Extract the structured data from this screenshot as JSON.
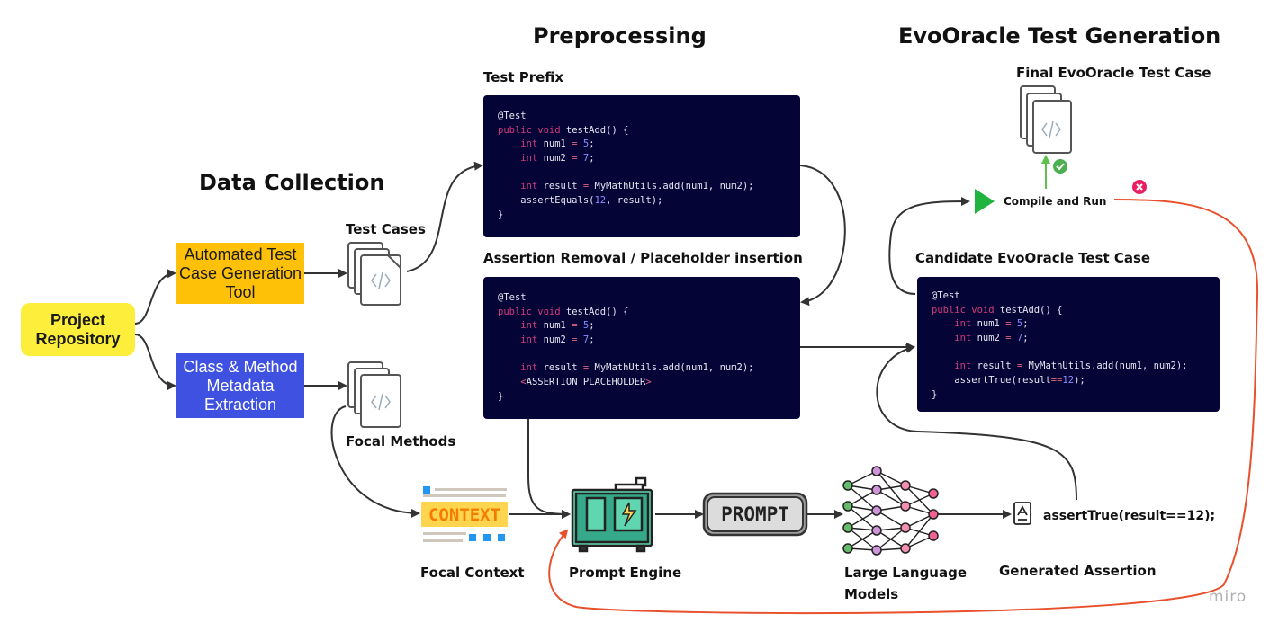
{
  "sections": {
    "data_collection": "Data Collection",
    "preprocessing": "Preprocessing",
    "generation": "EvoOracle Test Generation"
  },
  "nodes": {
    "project_repository": "Project Repository",
    "automated_tool": "Automated Test Case Generation Tool",
    "metadata_extraction": "Class & Method Metadata Extraction",
    "test_cases": "Test Cases",
    "focal_methods": "Focal Methods",
    "focal_context": "Focal Context",
    "context_badge": "CONTEXT",
    "prompt_engine": "Prompt Engine",
    "prompt_badge": "PROMPT",
    "llm_line1": "Large Language",
    "llm_line2": "Models",
    "generated_assertion": "Generated Assertion",
    "assertion_text": "assertTrue(result==12);",
    "compile_run": "Compile and Run",
    "final_test_case": "Final EvoOracle Test Case",
    "candidate_test_case": "Candidate EvoOracle Test Case"
  },
  "panels": {
    "test_prefix": {
      "title": "Test Prefix",
      "lines": [
        "@Test",
        "public void testAdd() {",
        "    int num1 = 5;",
        "    int num2 = 7;",
        "",
        "    int result = MyMathUtils.add(num1, num2);",
        "    assertEquals(12, result);",
        "}"
      ]
    },
    "assertion_removal": {
      "title": "Assertion Removal / Placeholder insertion",
      "lines": [
        "@Test",
        "public void testAdd() {",
        "    int num1 = 5;",
        "    int num2 = 7;",
        "",
        "    int result = MyMathUtils.add(num1, num2);",
        "    <ASSERTION PLACEHOLDER>",
        "}"
      ]
    },
    "candidate": {
      "lines": [
        "@Test",
        "public void testAdd() {",
        "    int num1 = 5;",
        "    int num2 = 7;",
        "",
        "    int result = MyMathUtils.add(num1, num2);",
        "    assertTrue(result==12);",
        "}"
      ]
    }
  },
  "watermark": "miro",
  "colors": {
    "repository": "#fdee3c",
    "automated_tool": "#fec107",
    "metadata": "#3f51e0",
    "code_bg": "#050437",
    "success": "#4caf50",
    "failure": "#e91e63",
    "feedback_line": "#e8502c",
    "play": "#20b43e"
  },
  "icons": [
    "document-code-icon",
    "context-icon",
    "prompt-engine-icon",
    "prompt-badge-icon",
    "neural-network-icon",
    "assertion-doc-icon",
    "play-icon",
    "check-icon",
    "cross-icon"
  ]
}
